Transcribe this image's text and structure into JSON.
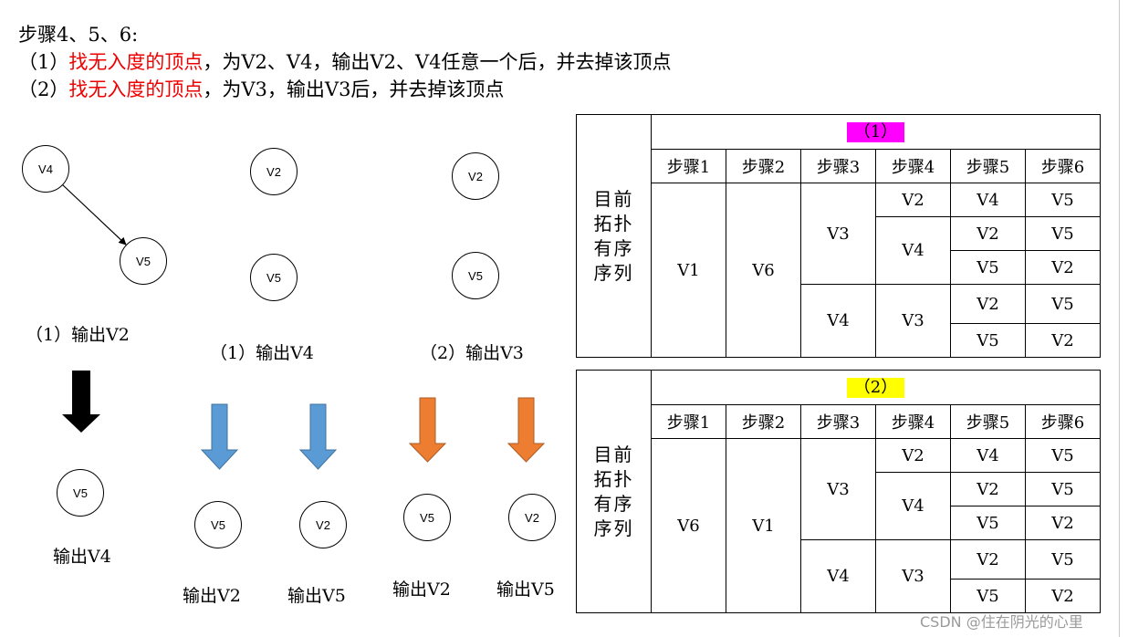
{
  "header": {
    "line1": "步骤4、5、6:",
    "line2_prefix": "（1）",
    "line2_red": "找无入度的顶点",
    "line2_rest": "，为V2、V4，输出V2、V4任意一个后，并去掉该顶点",
    "line3_prefix": "（2）",
    "line3_red": "找无入度的顶点",
    "line3_rest": "，为V3，输出V3后，并去掉该顶点"
  },
  "nodes": {
    "v4": "V4",
    "v5_a": "V5",
    "v2_b": "V2",
    "v5_b": "V5",
    "v2_c": "V2",
    "v5_c": "V5",
    "v5_d": "V5",
    "v5_e": "V5",
    "v2_f": "V2",
    "v5_g": "V5",
    "v2_h": "V2"
  },
  "captions": {
    "c1": "（1）输出V2",
    "c2": "（1）输出V4",
    "c3": "（2）输出V3",
    "o1": "输出V4",
    "o2": "输出V2",
    "o3": "输出V5",
    "o4": "输出V2",
    "o5": "输出V5"
  },
  "colors": {
    "red_text": "#ee0000",
    "arrow_black": "#000000",
    "arrow_blue": "#5b9bd5",
    "arrow_orange": "#ed7d31",
    "highlight_magenta": "#ff00ff",
    "highlight_yellow": "#ffff00"
  },
  "table1": {
    "title": "（1）",
    "row_label": "目前拓扑有序序列",
    "steps": [
      "步骤1",
      "步骤2",
      "步骤3",
      "步骤4",
      "步骤5",
      "步骤6"
    ],
    "s1": "V1",
    "s2": "V6",
    "s3": [
      "V3",
      "V4"
    ],
    "s4": [
      "V2",
      "V4",
      "V3"
    ],
    "s5": [
      "V4",
      "V2",
      "V5",
      "V2",
      "V5"
    ],
    "s6": [
      "V5",
      "V5",
      "V2",
      "V5",
      "V2"
    ]
  },
  "table2": {
    "title": "（2）",
    "row_label": "目前拓扑有序序列",
    "steps": [
      "步骤1",
      "步骤2",
      "步骤3",
      "步骤4",
      "步骤5",
      "步骤6"
    ],
    "s1": "V6",
    "s2": "V1",
    "s3": [
      "V3",
      "V4"
    ],
    "s4": [
      "V2",
      "V4",
      "V3"
    ],
    "s5": [
      "V4",
      "V2",
      "V5",
      "V2",
      "V5"
    ],
    "s6": [
      "V5",
      "V5",
      "V2",
      "V5",
      "V2"
    ]
  },
  "watermark": "CSDN @住在阴光的心里"
}
